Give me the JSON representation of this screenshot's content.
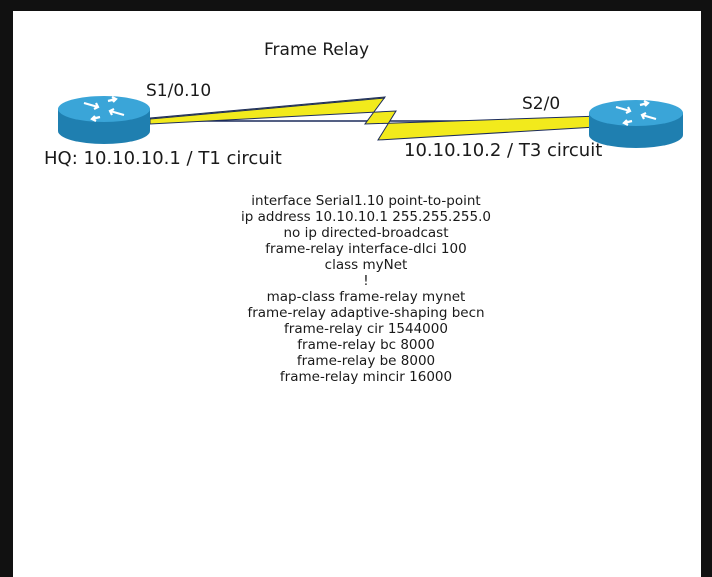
{
  "diagram": {
    "title": "Frame Relay",
    "left_router": {
      "interface": "S1/0.10",
      "caption": "HQ: 10.10.10.1 / T1 circuit"
    },
    "right_router": {
      "interface": "S2/0",
      "caption": "10.10.10.2 / T3 circuit"
    },
    "colors": {
      "router_body": "#1f7fb0",
      "router_top": "#3aa5d8",
      "link_bolt": "#f2ea1c",
      "link_line": "#1c2c5c",
      "border": "#111111"
    },
    "config_lines": [
      "interface Serial1.10 point-to-point",
      "ip address 10.10.10.1 255.255.255.0",
      "no ip directed-broadcast",
      "frame-relay interface-dlci 100",
      "class myNet",
      "!",
      "map-class frame-relay mynet",
      "frame-relay adaptive-shaping becn",
      "frame-relay cir 1544000",
      "frame-relay bc 8000",
      "frame-relay be 8000",
      "frame-relay mincir 16000"
    ]
  }
}
